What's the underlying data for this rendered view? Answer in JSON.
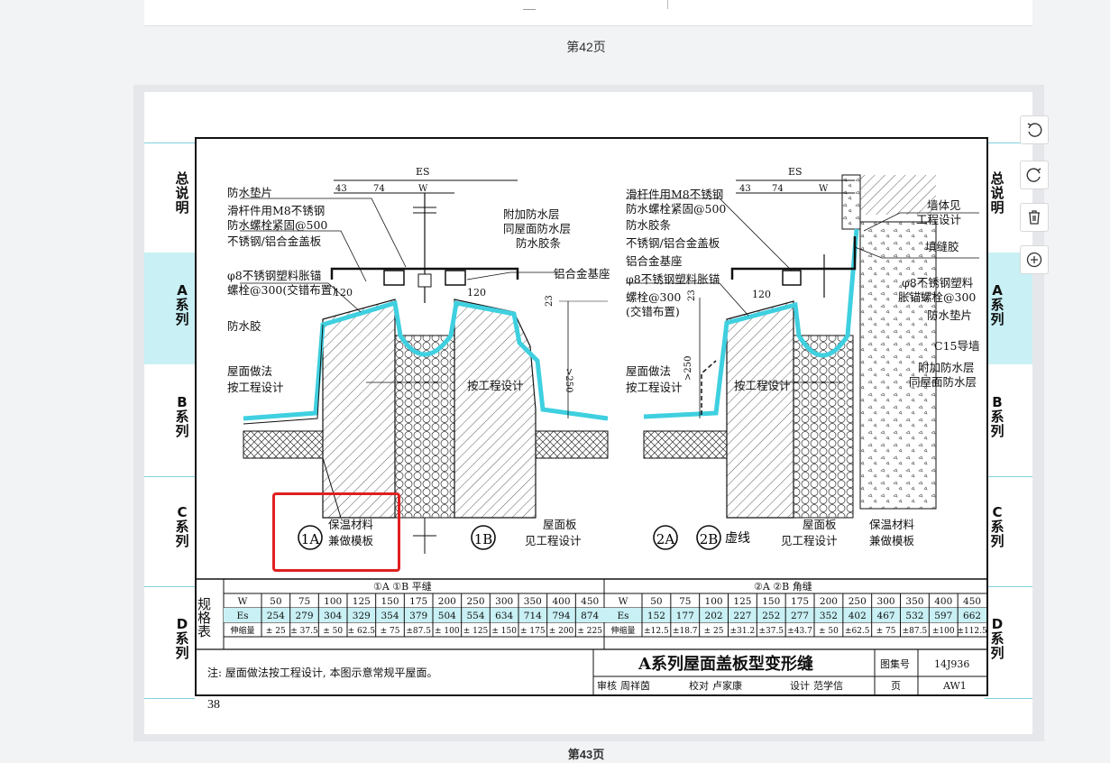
{
  "viewer": {
    "prev_page_label": "第42页",
    "current_page_label": "第43页",
    "tools": [
      {
        "icon": "rotate-left-icon"
      },
      {
        "icon": "rotate-right-icon"
      },
      {
        "icon": "trash-icon"
      },
      {
        "icon": "zoom-in-icon"
      }
    ]
  },
  "sidebar_left": [
    "总说明",
    "A系列",
    "B系列",
    "C系列",
    "D系列"
  ],
  "sidebar_right": [
    "总说明",
    "A系列",
    "B系列",
    "C系列",
    "D系列"
  ],
  "drawing": {
    "dim_es": "ES",
    "dim_43": "43",
    "dim_74": "74",
    "dim_w": "W",
    "dim_120": "120",
    "dim_23": "23",
    "dim_250": ">250",
    "labels_1": {
      "a": "防水垫片",
      "b": "滑杆件用M8不锈钢",
      "c": "防水螺栓紧固@500",
      "d": "不锈钢/铝合金盖板",
      "e": "φ8不锈钢塑料胀锚",
      "f": "螺栓@300(交错布置)",
      "g": "防水胶",
      "h": "屋面做法",
      "i": "按工程设计",
      "j": "附加防水层",
      "k": "同屋面防水层",
      "l": "防水胶条",
      "m": "铝合金基座",
      "n": "按工程设计",
      "o": "保温材料",
      "p": "兼做模板",
      "q": "屋面板",
      "r": "见工程设计"
    },
    "labels_2": {
      "a": "滑杆件用M8不锈钢",
      "b": "防水螺栓紧固@500",
      "c": "防水胶条",
      "d": "不锈钢/铝合金盖板",
      "e": "铝合金基座",
      "f": "φ8不锈钢塑料胀锚",
      "g": "螺栓@300",
      "h": "(交错布置)",
      "i": "屋面做法",
      "j": "按工程设计",
      "k": "按工程设计",
      "l": "墙体见",
      "m": "工程设计",
      "n": "填缝胶",
      "o": "φ8不锈钢塑料",
      "p": "胀锚螺栓@300",
      "q": "防水垫片",
      "r": "C15导墙",
      "s": "附加防水层",
      "t": "同屋面防水层",
      "u": "屋面板",
      "v": "见工程设计",
      "w": "保温材料",
      "x": "兼做模板"
    },
    "markers": {
      "m1a": "1A",
      "m1b": "1B",
      "m2a": "2A",
      "m2b": "2B",
      "dashed": "虚线"
    },
    "spec": {
      "side": "规格表",
      "t1_title": "①A ①B 平缝",
      "t2_title": "②A ②B 角缝",
      "t1_rows": [
        [
          "W",
          "50",
          "75",
          "100",
          "125",
          "150",
          "175",
          "200",
          "250",
          "300",
          "350",
          "400",
          "450"
        ],
        [
          "Es",
          "254",
          "279",
          "304",
          "329",
          "354",
          "379",
          "504",
          "554",
          "634",
          "714",
          "794",
          "874"
        ],
        [
          "伸缩量",
          "± 25",
          "± 37.5",
          "± 50",
          "± 62.5",
          "± 75",
          "±87.5",
          "± 100",
          "± 125",
          "± 150",
          "± 175",
          "± 200",
          "± 225"
        ]
      ],
      "t2_rows": [
        [
          "W",
          "50",
          "75",
          "100",
          "125",
          "150",
          "175",
          "200",
          "250",
          "300",
          "350",
          "400",
          "450"
        ],
        [
          "Es",
          "152",
          "177",
          "202",
          "227",
          "252",
          "277",
          "352",
          "402",
          "467",
          "532",
          "597",
          "662"
        ],
        [
          "伸缩量",
          "±12.5",
          "±18.7",
          "± 25",
          "±31.2",
          "±37.5",
          "±43.7",
          "± 50",
          "±62.5",
          "± 75",
          "±87.5",
          "±100",
          "±112.5"
        ]
      ]
    },
    "note": "注: 屋面做法按工程设计, 本图示意常规平屋面。",
    "title_block": {
      "title": "A系列屋面盖板型变形缝",
      "atlas_label": "图集号",
      "atlas_no": "14J936",
      "page_label": "页",
      "page_code": "AW1",
      "review": "审核",
      "reviewer": "周祥茵",
      "check": "校对",
      "checker": "卢家康",
      "design": "设计",
      "designer": "范学信"
    },
    "page_number": "38"
  }
}
